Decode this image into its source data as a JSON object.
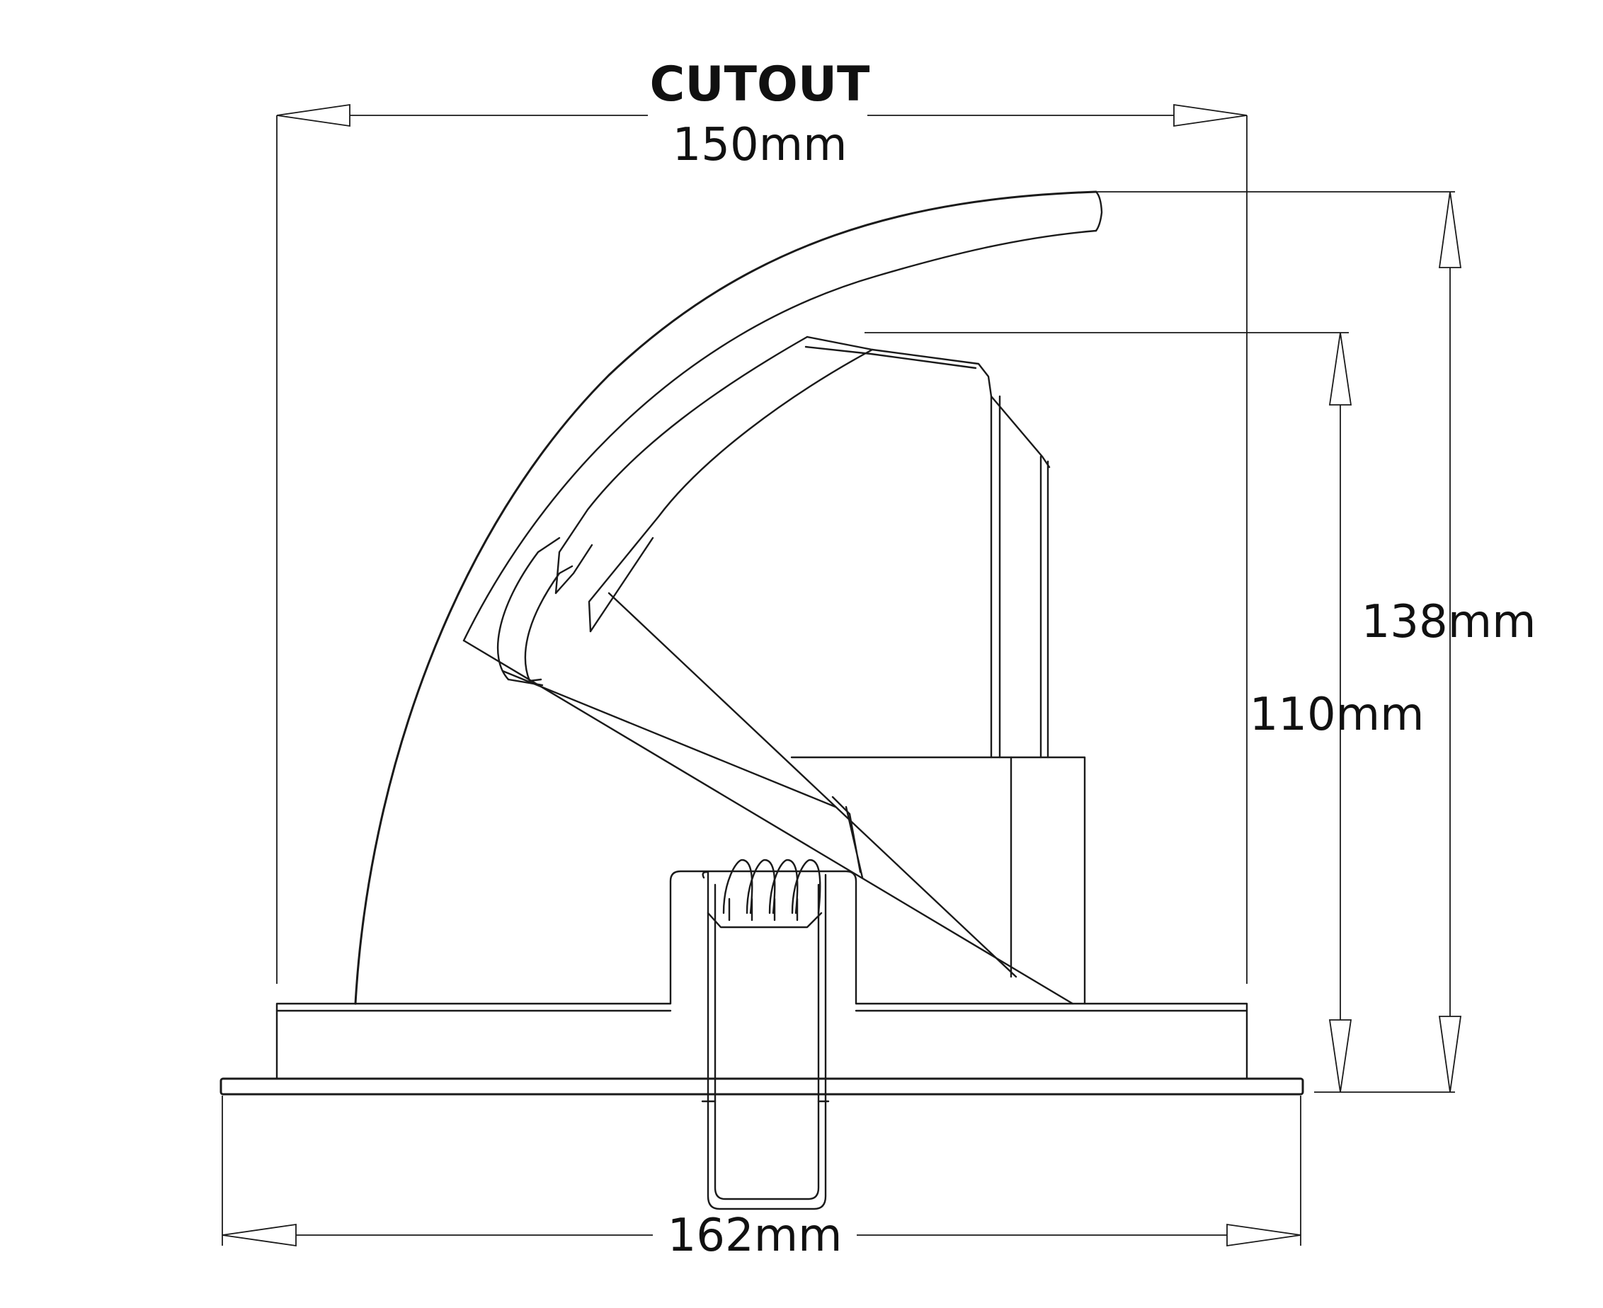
{
  "dimensions": {
    "cutout_title": "CUTOUT",
    "cutout_width": "150mm",
    "overall_width": "162mm",
    "overall_height": "138mm",
    "recessed_height": "110mm"
  },
  "colors": {
    "line": "#1a1a1a",
    "background": "#ffffff"
  }
}
